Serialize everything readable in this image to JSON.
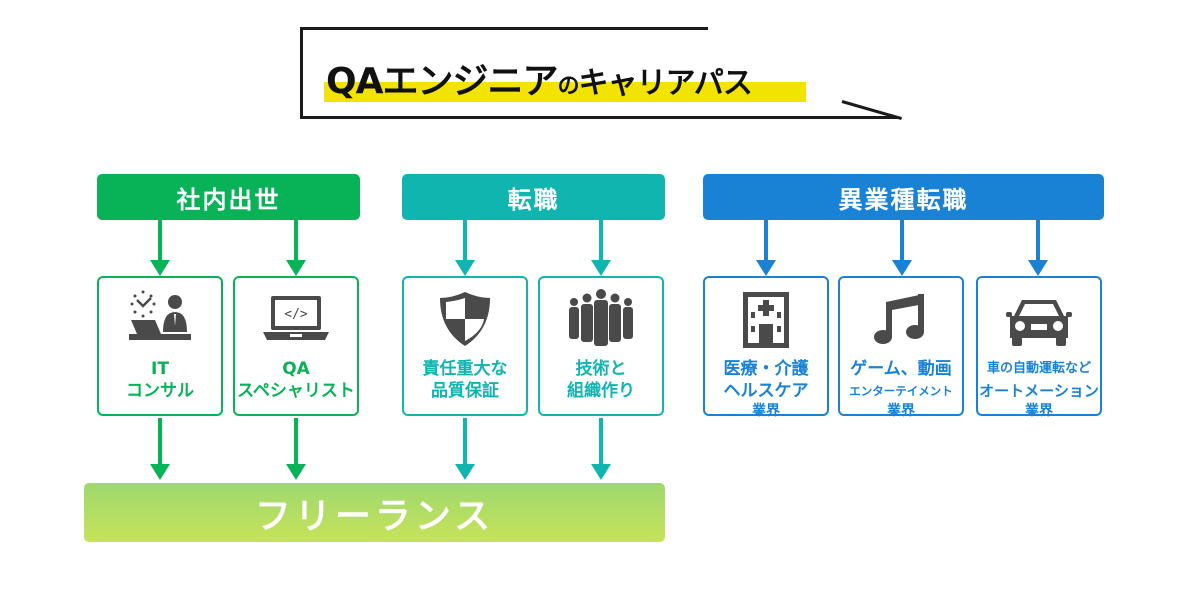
{
  "title": {
    "part1": "QAエンジニア",
    "part2": "の",
    "part3": "キャリアパス"
  },
  "colors": {
    "green": "#08b358",
    "teal": "#10b5b0",
    "blue": "#1a82d4",
    "icon": "#4a4a4a",
    "highlight": "#f3e300",
    "freelance_top": "#9ed86e",
    "freelance_bottom": "#c7e35a"
  },
  "categories": [
    {
      "label": "社内出世",
      "color": "green"
    },
    {
      "label": "転職",
      "color": "teal"
    },
    {
      "label": "異業種転職",
      "color": "blue"
    }
  ],
  "boxes": [
    {
      "icon": "consultant-icon",
      "line1": "IT",
      "line2": "コンサル",
      "category": "社内出世"
    },
    {
      "icon": "laptop-code-icon",
      "line1": "QA",
      "line2": "スペシャリスト",
      "category": "社内出世"
    },
    {
      "icon": "shield-icon",
      "line1": "責任重大な",
      "line2": "品質保証",
      "category": "転職"
    },
    {
      "icon": "team-icon",
      "line1": "技術と",
      "line2": "組織作り",
      "category": "転職"
    },
    {
      "icon": "hospital-icon",
      "line1": "医療・介護",
      "line2": "ヘルスケア",
      "line3": "業界",
      "category": "異業種転職"
    },
    {
      "icon": "music-note-icon",
      "line1": "ゲーム、動画",
      "line2": "エンターテイメント",
      "line3": "業界",
      "category": "異業種転職"
    },
    {
      "icon": "car-icon",
      "line1": "車の自動運転など",
      "line2": "オートメーション",
      "line3": "業界",
      "category": "異業種転職"
    }
  ],
  "freelance": {
    "label": "フリーランス"
  }
}
